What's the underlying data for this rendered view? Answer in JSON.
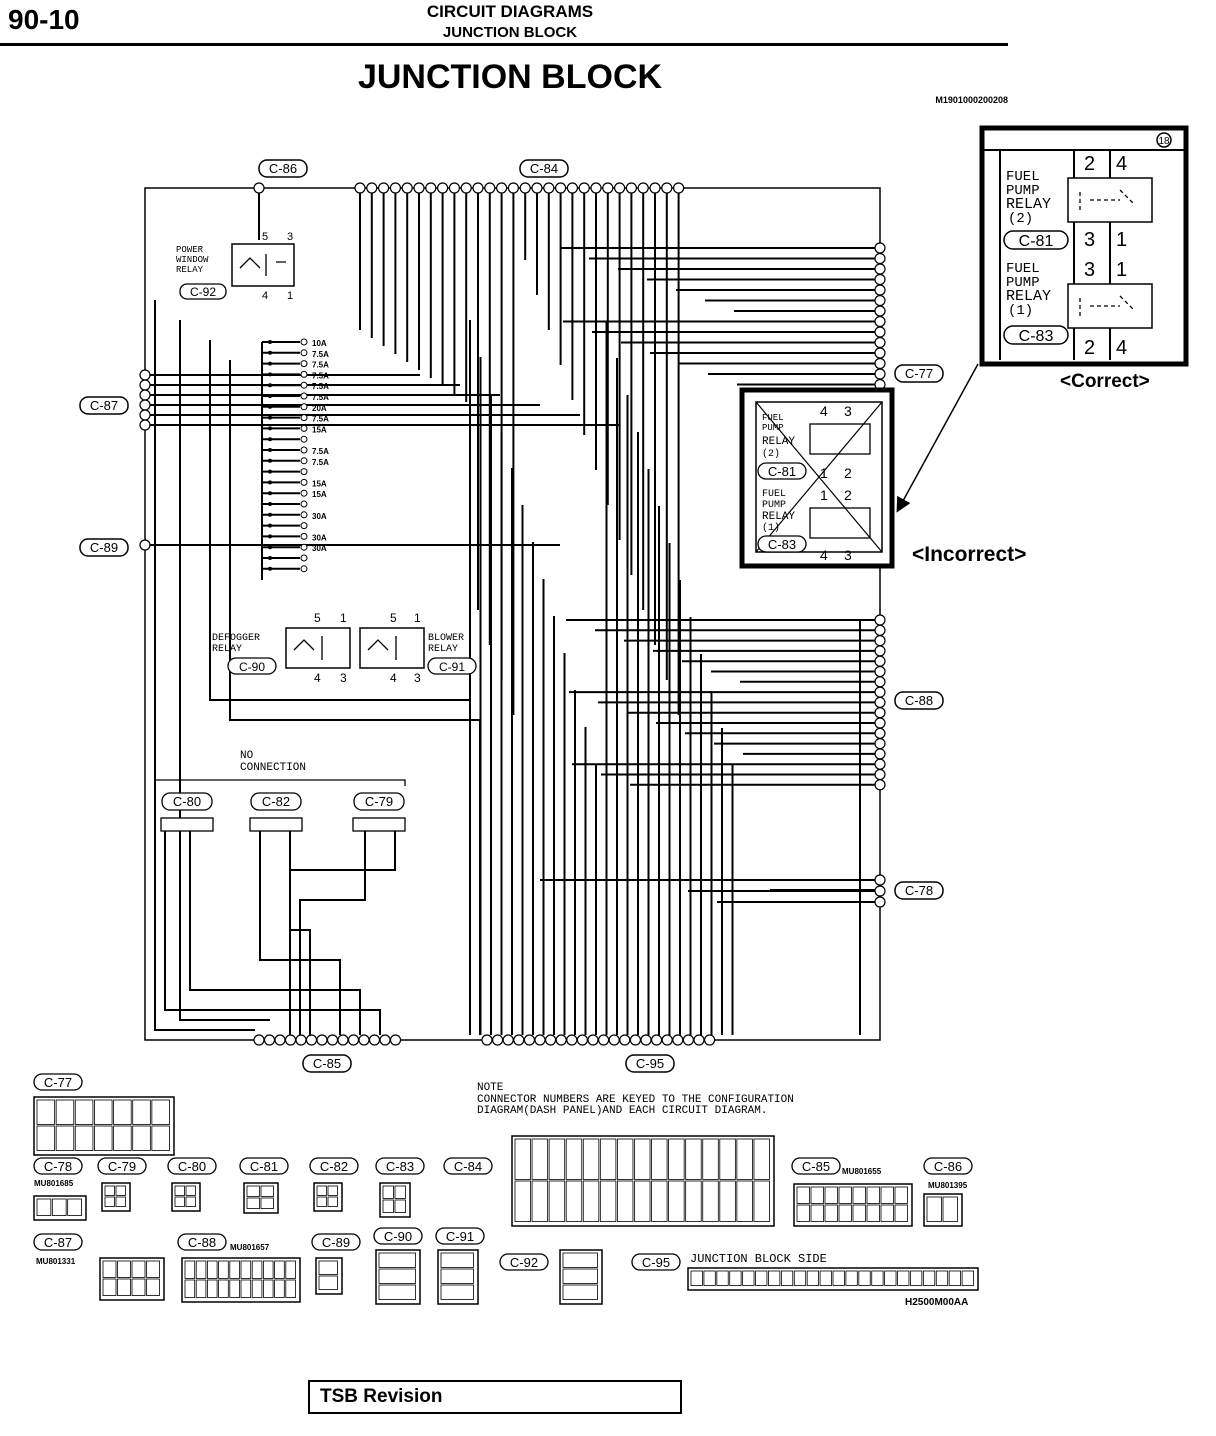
{
  "header": {
    "page_number": "90-10",
    "section": "CIRCUIT DIAGRAMS",
    "subsection": "JUNCTION BLOCK",
    "title": "JUNCTION BLOCK",
    "code": "M1901000200208"
  },
  "connectors": {
    "c77": "C-77",
    "c78": "C-78",
    "c79": "C-79",
    "c80": "C-80",
    "c81": "C-81",
    "c82": "C-82",
    "c83": "C-83",
    "c84": "C-84",
    "c85": "C-85",
    "c86": "C-86",
    "c87": "C-87",
    "c88": "C-88",
    "c89": "C-89",
    "c90": "C-90",
    "c91": "C-91",
    "c92": "C-92",
    "c95": "C-95"
  },
  "relays": {
    "power_window": "POWER WINDOW RELAY",
    "defogger": "DEFOGGER RELAY",
    "blower": "BLOWER RELAY",
    "fuel_pump_2": "FUEL PUMP RELAY (2)",
    "fuel_pump_1": "FUEL PUMP RELAY (1)"
  },
  "labels": {
    "no_connection": "NO CONNECTION",
    "correct": "<Correct>",
    "incorrect": "<Incorrect>",
    "note_title": "NOTE",
    "note_line1": "CONNECTOR NUMBERS ARE KEYED TO THE CONFIGURATION",
    "note_line2": "DIAGRAM(DASH PANEL)AND EACH CIRCUIT DIAGRAM.",
    "junction_side": "JUNCTION BLOCK SIDE",
    "figure_code": "H2500M00AA",
    "tsb": "TSB Revision"
  },
  "part_numbers": {
    "c78": "MU801685",
    "c85": "MU801655",
    "c86": "MU801395",
    "c87": "MU801331",
    "c88": "MU801657"
  },
  "fuses": [
    "10A",
    "7.5A",
    "7.5A",
    "7.5A",
    "7.5A",
    "7.5A",
    "20A",
    "7.5A",
    "15A",
    "",
    "7.5A",
    "7.5A",
    "",
    "15A",
    "15A",
    "",
    "30A",
    "",
    "30A",
    "30A"
  ]
}
